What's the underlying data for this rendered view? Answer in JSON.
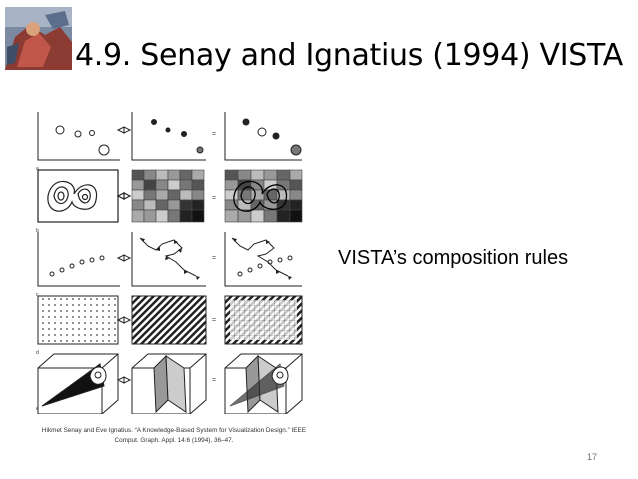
{
  "slide": {
    "title": "4.9. Senay and Ignatius (1994) VISTA",
    "side_text": "VISTA’s composition rules",
    "citation_line1": "Hikmet Senay and Eve Ignatius. “A Knowledge-Based System for Visualization Design.” IEEE",
    "citation_line2": "Comput. Graph. Appl. 14:6 (1994), 36–47.",
    "page_number": "17",
    "figure_row_labels": [
      "a",
      "b",
      "c",
      "d",
      "e"
    ]
  }
}
